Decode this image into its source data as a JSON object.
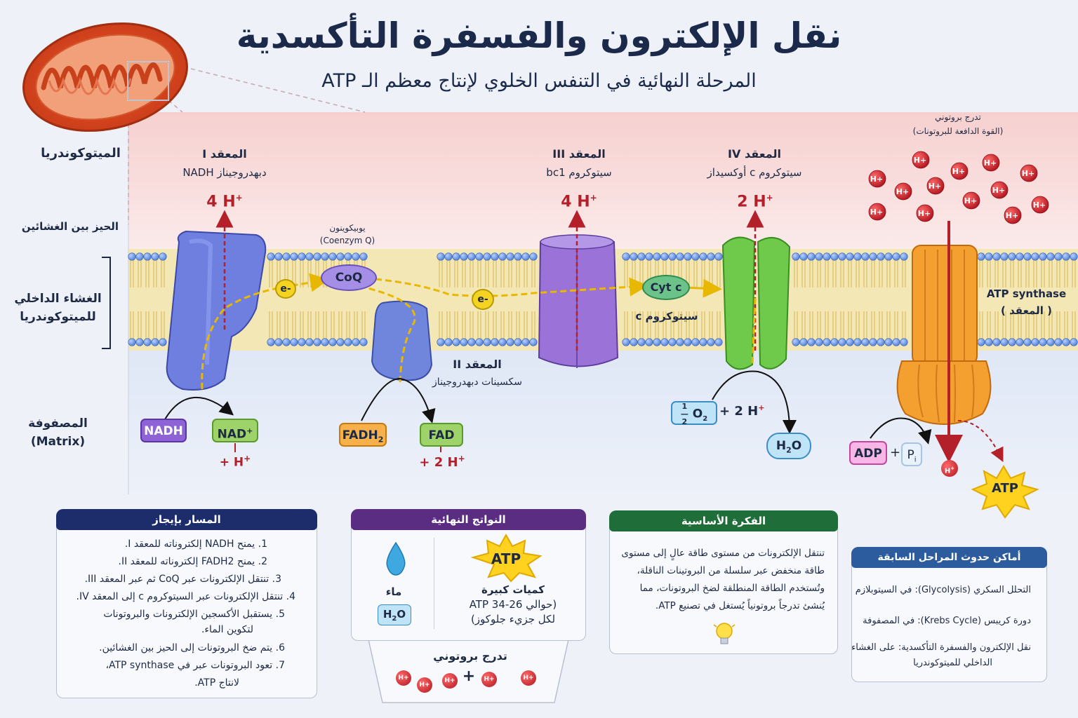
{
  "title": "نقل الإلكترون والفسفرة التأكسدية",
  "subtitle": "المرحلة النهائية في التنفس الخلوي لإنتاج معظم الـ ATP",
  "side_labels": {
    "mitochondria": "الميتوكوندريا",
    "intermembrane": "الحيز بين الغشائين",
    "inner_membrane_1": "الغشاء الداخلي",
    "inner_membrane_2": "للميتوكوندريا",
    "matrix_1": "المصفوفة",
    "matrix_2": "(Matrix)"
  },
  "complexes": {
    "c1": {
      "name": "المعقد I",
      "desc": "دبهدروجيناز NADH",
      "protons": "4 H"
    },
    "c2": {
      "name": "المعقد II",
      "desc": "سكسينات دبهدروجيناز"
    },
    "c3": {
      "name": "المعقد III",
      "desc": "سيتوكروم bc1",
      "protons": "4 H"
    },
    "c4": {
      "name": "المعقد IV",
      "desc": "سيتوكروم c أوكسيداز",
      "protons": "2 H"
    },
    "atp_synthase_1": "ATP synthase",
    "atp_synthase_2": "( المعقد )"
  },
  "gradient": {
    "label_1": "تدرج بروتوني",
    "label_2": "(القوة الدافعة للبروتونات)"
  },
  "carriers": {
    "coq": "CoQ",
    "coq_name_1": "يوبيكوينون",
    "coq_name_2": "(Coenzym Q)",
    "cytc": "Cyt c",
    "cytc_name": "سيتوكروم c",
    "electron": "e-"
  },
  "molecules": {
    "nadh": "NADH",
    "nad": "NAD",
    "h1": "+ H",
    "fadh2": "FADH",
    "fad": "FAD",
    "h2": "+ 2 H",
    "o2_half": "1",
    "o2_den": "2",
    "o2": "O",
    "o2_h": "+ 2 H",
    "h2o": "H",
    "adp": "ADP",
    "plus": "+",
    "pi": "P",
    "atp": "ATP",
    "hplus_small": "H"
  },
  "summary": {
    "title": "المسار بإيجاز",
    "steps": [
      "1. يمنح NADH إلكتروناته للمعقد I.",
      "2. يمنح FADH2 إلكتروناته للمعقد II.",
      "3. تنتقل الإلكترونات عبر CoQ ثم عبر المعقد III.",
      "4. تنتقل الإلكترونات عبر السيتوكروم c إلى المعقد IV.",
      "5. يستقبل الأكسجين الإلكترونات والبروتونات",
      "لتكوين الماء.",
      "6. يتم ضخ البروتونات إلى الحيز بين الغشائين.",
      "7. تعود البروتونات عبر في ATP synthase،",
      "لانتاج ATP."
    ]
  },
  "products": {
    "title": "النواتج النهائية",
    "atp": "ATP",
    "atp_1": "كميات كبيرة",
    "atp_2": "(حوالي 26-34 ATP",
    "atp_3": "لكل جزيء جلوكوز)",
    "water": "ماء",
    "water_formula": "H2O",
    "gradient": "تدرج بروتوني",
    "plus": "+"
  },
  "key_idea": {
    "title": "الفكرة الأساسية",
    "lines": [
      "تنتقل الإلكترونات من مستوى طاقة عالٍ إلى مستوى",
      "طاقة منخفض عبر سلسلة من البروتينات الناقلة،",
      "وتُستخدم الطاقة المنطلقة لضخ البروتونات، مما",
      "يُنشئ تدرجاً بروتونياً يُستغل في تصنيع ATP."
    ]
  },
  "locations": {
    "title": "أماكن حدوث المراحل السابقة",
    "lines": [
      "التحلل السكري (Glycolysis): في السيتوبلازم",
      "دورة كريبس (Krebs Cycle): في المصفوفة",
      "نقل الإلكترون والفسفرة التأكسدية: على الغشاء",
      "الداخلي للميتوكوندريا"
    ]
  },
  "colors": {
    "complex1": "#6f7fe0",
    "complex2": "#6f86dc",
    "complex3": "#9a72d8",
    "complex4": "#6fc94a",
    "atp_synthase": "#f4a030",
    "coq": "#a48ee6",
    "cytc": "#6cc38a",
    "electron": "#f5d323",
    "proton": "#c4202a",
    "summary_head": "#1d2d6b",
    "products_head": "#5a2d82",
    "key_head": "#1f6e3a",
    "locations_head": "#2c5c9e"
  }
}
